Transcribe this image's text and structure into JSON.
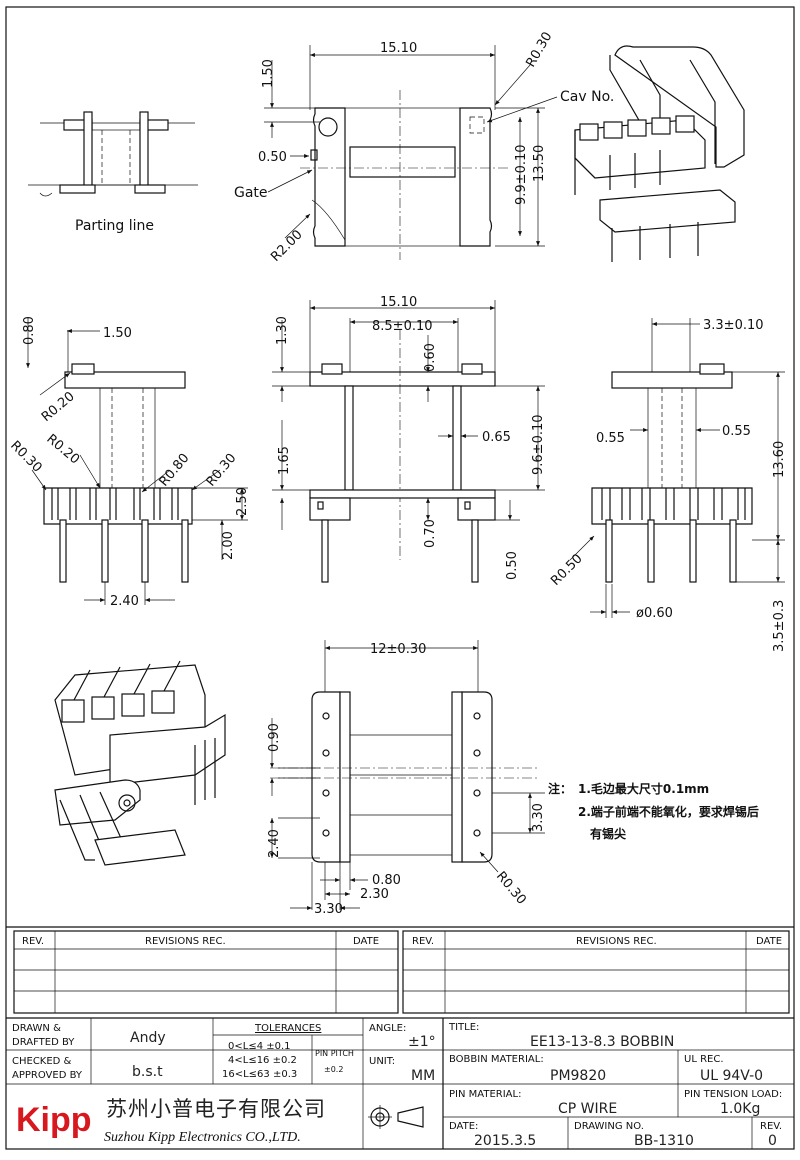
{
  "dims": {
    "top_width": "15.10",
    "top_r030": "R0.30",
    "cav_no": "Cav No.",
    "d150": "1.50",
    "d050": "0.50",
    "gate": "Gate",
    "r200": "R2.00",
    "d99": "9.9±0.10",
    "d1350": "13.50",
    "parting_line": "Parting line",
    "l080": "0.80",
    "l150": "1.50",
    "r020a": "R0.20",
    "r020b": "R0.20",
    "r030a": "R0.30",
    "r080": "R0.80",
    "r030b": "R0.30",
    "d250": "2.50",
    "d200": "2.00",
    "d240a": "2.40",
    "m1510": "15.10",
    "m85": "8.5±0.10",
    "m130": "1.30",
    "m060": "0.60",
    "m065": "0.65",
    "m96": "9.6±0.10",
    "m165": "1.65",
    "m070": "0.70",
    "m050": "0.50",
    "r33": "3.3±0.10",
    "r055a": "0.55",
    "r055b": "0.55",
    "r1360": "13.60",
    "r050": "R0.50",
    "rphi": "ø0.60",
    "r35": "3.5±0.3",
    "b12": "12±0.30",
    "b090": "0.90",
    "b240": "2.40",
    "b330r": "3.30",
    "b080": "0.80",
    "b230": "2.30",
    "b330": "3.30",
    "b030": "R0.30"
  },
  "notes": {
    "title": "注：",
    "line1": "1.毛边最大尺寸0.1mm",
    "line2": "2.端子前端不能氧化，要求焊锡后",
    "line3": "有锡尖"
  },
  "revisions": {
    "rev": "REV.",
    "desc": "REVISIONS   REC.",
    "date": "DATE"
  },
  "titleblock": {
    "drawn_label_1": "DRAWN &",
    "drawn_label_2": "DRAFTED BY",
    "drawn_value": "Andy",
    "checked_label_1": "CHECKED &",
    "checked_label_2": "APPROVED BY",
    "checked_value": "b.s.t",
    "tolerances": "TOLERANCES",
    "tol1": "0<L≤4   ±0.1",
    "tol2": "4<L≤16  ±0.2",
    "tol3": "16<L≤63 ±0.3",
    "pin_pitch": "PIN PITCH",
    "pin_pitch_tol": "±0.2",
    "angle_label": "ANGLE:",
    "angle_value": "±1°",
    "unit_label": "UNIT:",
    "unit_value": "MM",
    "title_label": "TITLE:",
    "title_value": "EE13-13-8.3  BOBBIN",
    "bobbin_label": "BOBBIN MATERIAL:",
    "bobbin_value": "PM9820",
    "ul_label": "UL REC.",
    "ul_value": "UL 94V-0",
    "pin_label": "PIN MATERIAL:",
    "pin_value": "CP  WIRE",
    "tension_label": "PIN TENSION LOAD:",
    "tension_value": "1.0Kg",
    "date_label": "DATE:",
    "date_value": "2015.3.5",
    "drawing_label": "DRAWING NO.",
    "drawing_value": "BB-1310",
    "rev_label": "REV.",
    "rev_value": "0",
    "logo": "Kipp",
    "company_cn": "苏州小普电子有限公司",
    "company_en": "Suzhou Kipp Electronics CO.,LTD."
  },
  "colors": {
    "logo": "#d7181f",
    "line": "#111111"
  }
}
